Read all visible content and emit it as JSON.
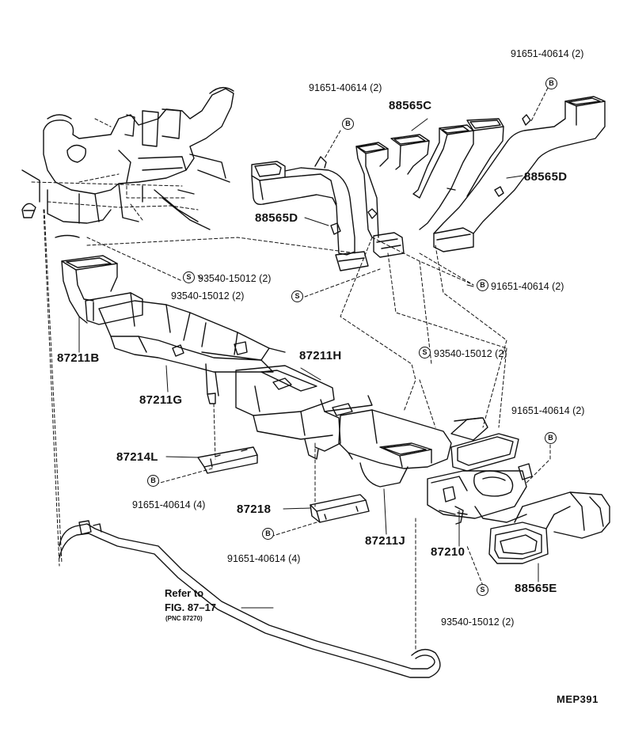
{
  "parts": {
    "p88565C": "88565C",
    "p88565D_right": "88565D",
    "p88565D_left": "88565D",
    "p87211B": "87211B",
    "p87211G": "87211G",
    "p87211H": "87211H",
    "p87211J": "87211J",
    "p87214L": "87214L",
    "p87218": "87218",
    "p87210": "87210",
    "p88565E": "88565E"
  },
  "fasteners": {
    "f1_code": "91651-40614 (2)",
    "f1_sym": "B",
    "f2_code": "91651-40614 (2)",
    "f2_sym": "B",
    "f3_code": "93540-15012 (2)",
    "f3_sym": "S",
    "f4_code": "93540-15012 (2)",
    "f4_sym": "S",
    "f5_code": "91651-40614 (2)",
    "f5_sym": "B",
    "f6_code": "93540-15012 (2)",
    "f6_sym": "S",
    "f7_code": "91651-40614 (2)",
    "f7_sym": "B",
    "f8_code": "91651-40614 (4)",
    "f8_sym": "B",
    "f9_code": "91651-40614 (4)",
    "f9_sym": "B",
    "f10_code": "93540-15012 (2)",
    "f10_sym": "S"
  },
  "reference": {
    "line1": "Refer to",
    "line2": "FIG. 87–17",
    "line3": "(PNC 87270)"
  },
  "diagram_code": "MEP391"
}
